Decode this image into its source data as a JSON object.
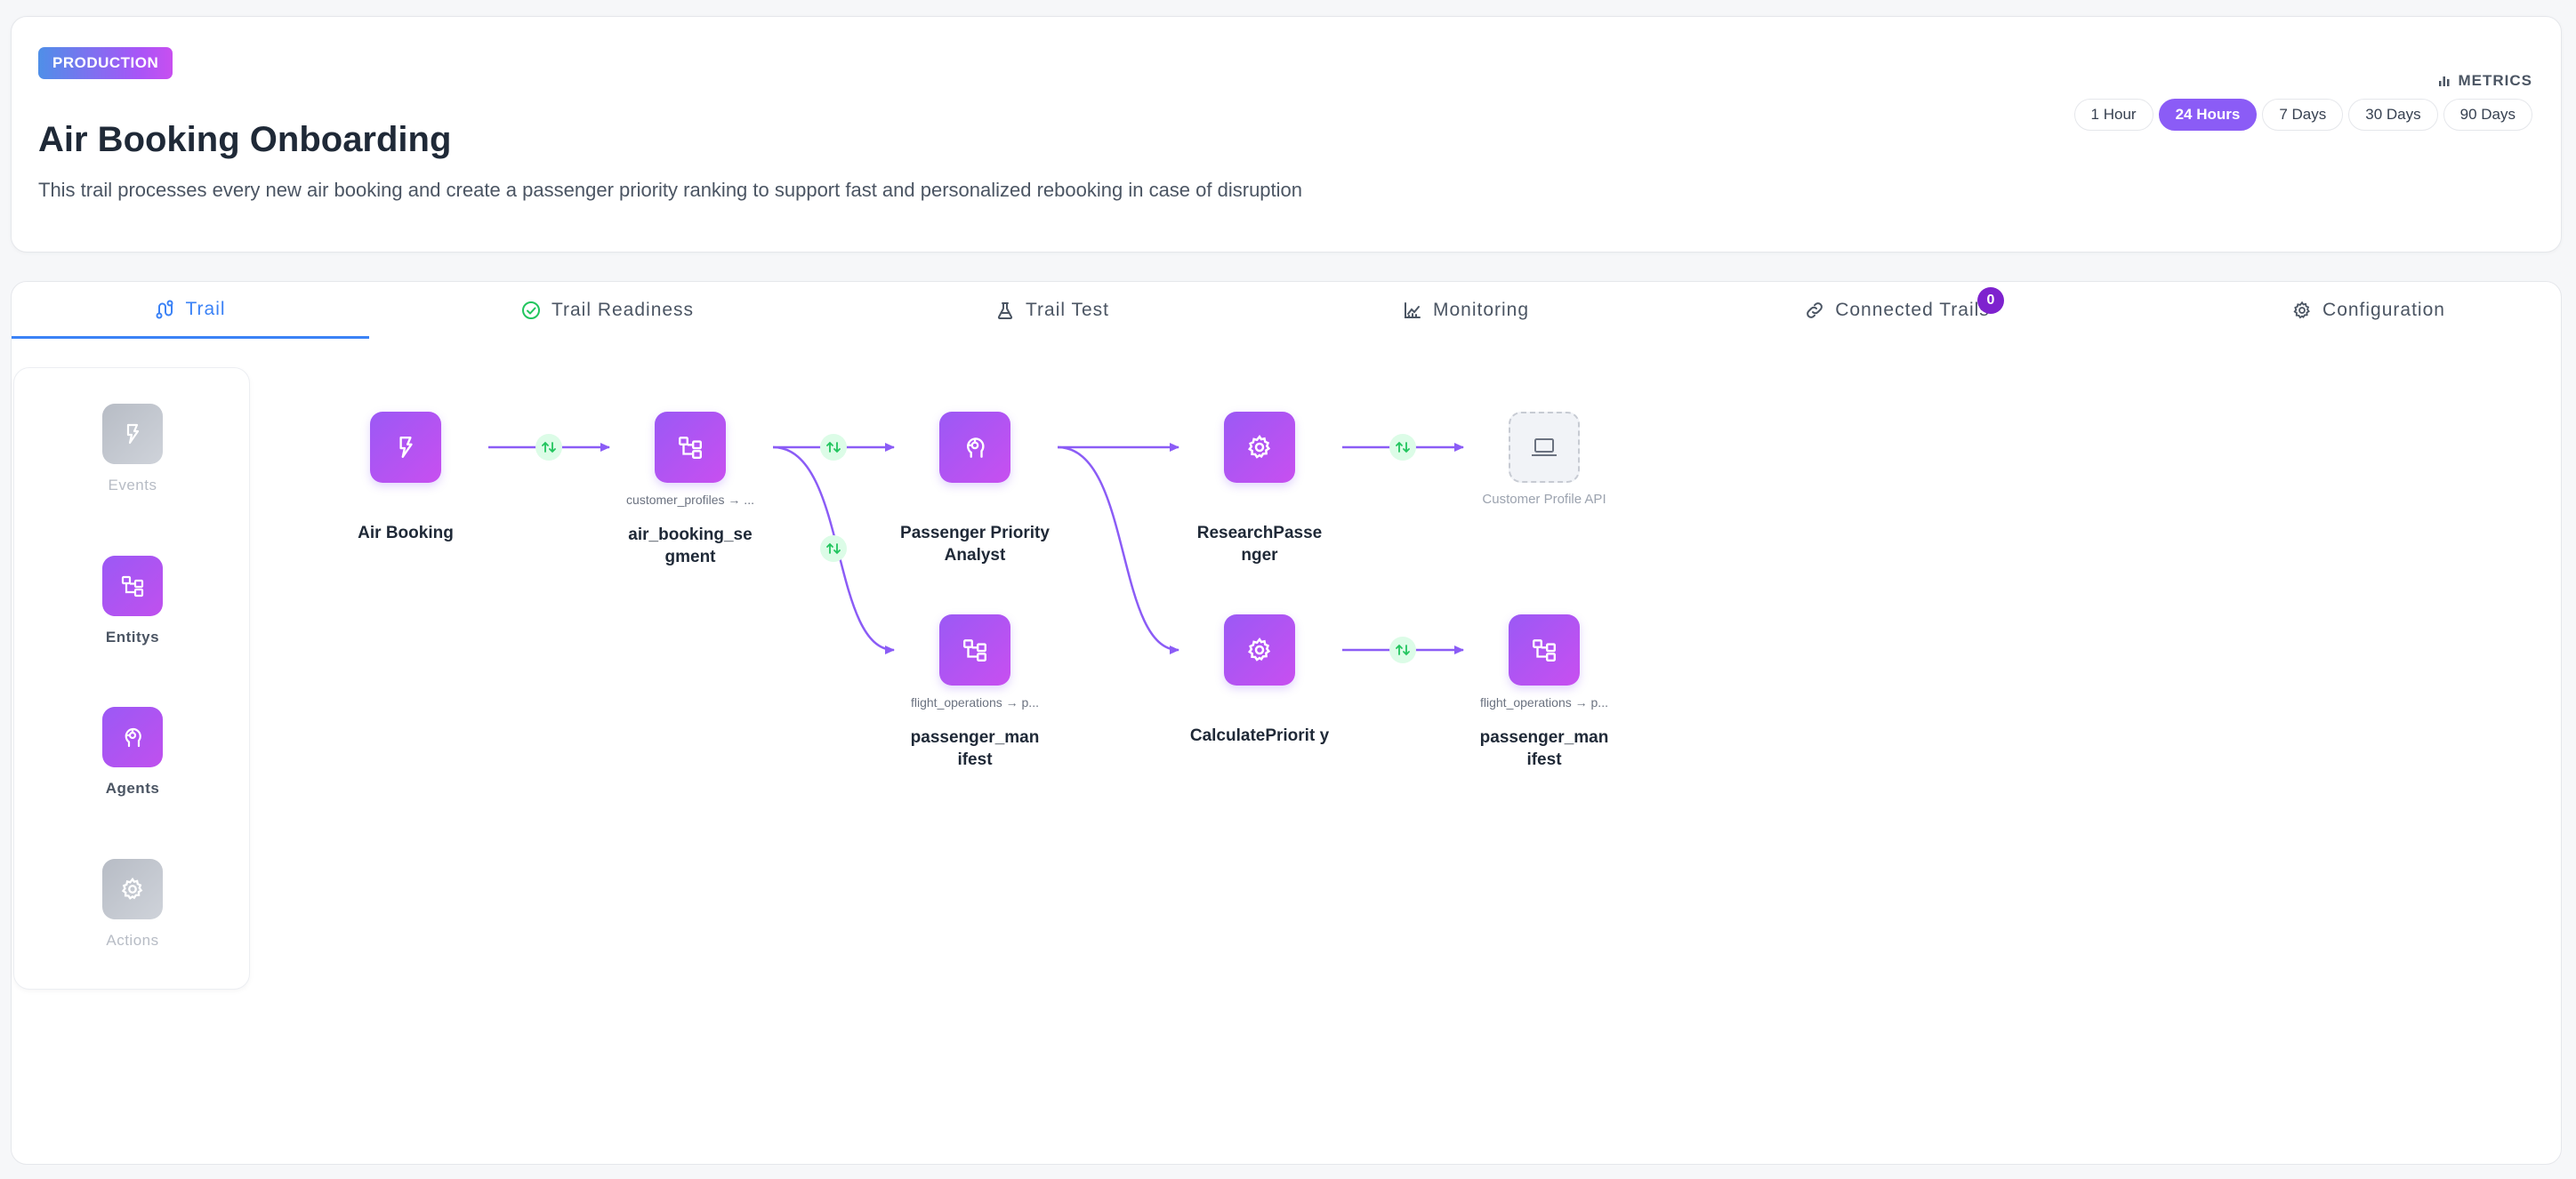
{
  "header": {
    "env_badge": "PRODUCTION",
    "title": "Air Booking Onboarding",
    "description": "This trail processes every new air booking and create a passenger priority ranking to support fast and personalized rebooking in case of disruption",
    "metrics_label": "METRICS",
    "time_ranges": [
      {
        "label": "1 Hour",
        "active": false
      },
      {
        "label": "24 Hours",
        "active": true
      },
      {
        "label": "7 Days",
        "active": false
      },
      {
        "label": "30 Days",
        "active": false
      },
      {
        "label": "90 Days",
        "active": false
      }
    ]
  },
  "tabs": [
    {
      "label": "Trail",
      "icon": "route-icon",
      "active": true
    },
    {
      "label": "Trail Readiness",
      "icon": "check-circle-icon",
      "active": false
    },
    {
      "label": "Trail Test",
      "icon": "flask-icon",
      "active": false
    },
    {
      "label": "Monitoring",
      "icon": "chart-line-icon",
      "active": false
    },
    {
      "label": "Connected Trails",
      "icon": "link-icon",
      "active": false,
      "badge": "0"
    },
    {
      "label": "Configuration",
      "icon": "gear-icon",
      "active": false
    }
  ],
  "palette": [
    {
      "label": "Events",
      "icon": "bolt-icon",
      "enabled": false
    },
    {
      "label": "Entitys",
      "icon": "entity-icon",
      "enabled": true
    },
    {
      "label": "Agents",
      "icon": "agent-icon",
      "enabled": true
    },
    {
      "label": "Actions",
      "icon": "gear-icon",
      "enabled": false
    }
  ],
  "nodes": {
    "air_booking": {
      "label": "Air Booking",
      "icon": "bolt-icon"
    },
    "segment": {
      "label": "air_booking_se gment",
      "sub": "customer_profiles → ...",
      "icon": "entity-icon"
    },
    "analyst": {
      "label": "Passenger Priority Analyst",
      "icon": "agent-icon"
    },
    "research": {
      "label": "ResearchPasse nger",
      "icon": "gear-icon"
    },
    "customer_api": {
      "sub": "Customer Profile API",
      "icon": "laptop-icon"
    },
    "manifest1": {
      "label": "passenger_man ifest",
      "sub": "flight_operations → p...",
      "icon": "entity-icon"
    },
    "calculate": {
      "label": "CalculatePriorit y",
      "icon": "gear-icon"
    },
    "manifest2": {
      "label": "passenger_man ifest",
      "sub": "flight_operations → p...",
      "icon": "entity-icon"
    }
  },
  "colors": {
    "accent": "#8b5cf6",
    "tab_active": "#3b82f6",
    "badge": "#7e22ce",
    "connector": "#22c55e"
  }
}
